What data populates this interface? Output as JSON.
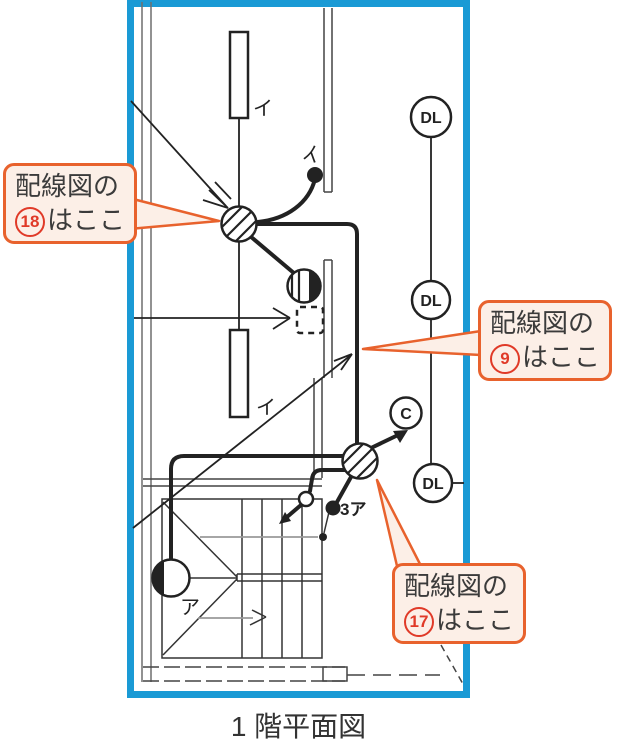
{
  "figure": {
    "caption": "1 階平面図"
  },
  "callouts": [
    {
      "prefix": "配線図の",
      "number": "18",
      "suffix": "はここ"
    },
    {
      "prefix": "配線図の",
      "number": "9",
      "suffix": "はここ"
    },
    {
      "prefix": "配線図の",
      "number": "17",
      "suffix": "はここ"
    }
  ],
  "symbols": {
    "downlight": "DL",
    "chime": "C",
    "circuit_i": "イ",
    "circuit_a": "ア",
    "switch_3way": "3ア"
  },
  "colors": {
    "frame_blue": "#1a9ad5",
    "callout_border": "#e8622d",
    "callout_fill": "#fcefe7",
    "number_red": "#e03a28",
    "ink": "#222222",
    "text": "#3b3b3b"
  }
}
